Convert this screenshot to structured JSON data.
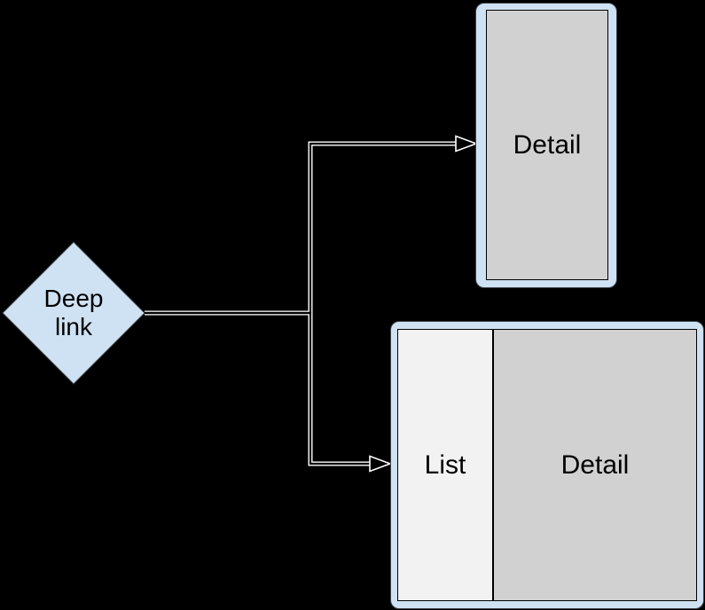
{
  "colors": {
    "background": "#000000",
    "shape_blue": "#cfe2f3",
    "screen_gray": "#d1d1d1",
    "list_gray": "#f2f2f2",
    "stroke_black": "#000000",
    "connector_white": "#ffffff"
  },
  "deep_link_node": {
    "label": "Deep link"
  },
  "phone_layout": {
    "detail_label": "Detail"
  },
  "tablet_layout": {
    "list_label": "List",
    "detail_label": "Detail"
  }
}
